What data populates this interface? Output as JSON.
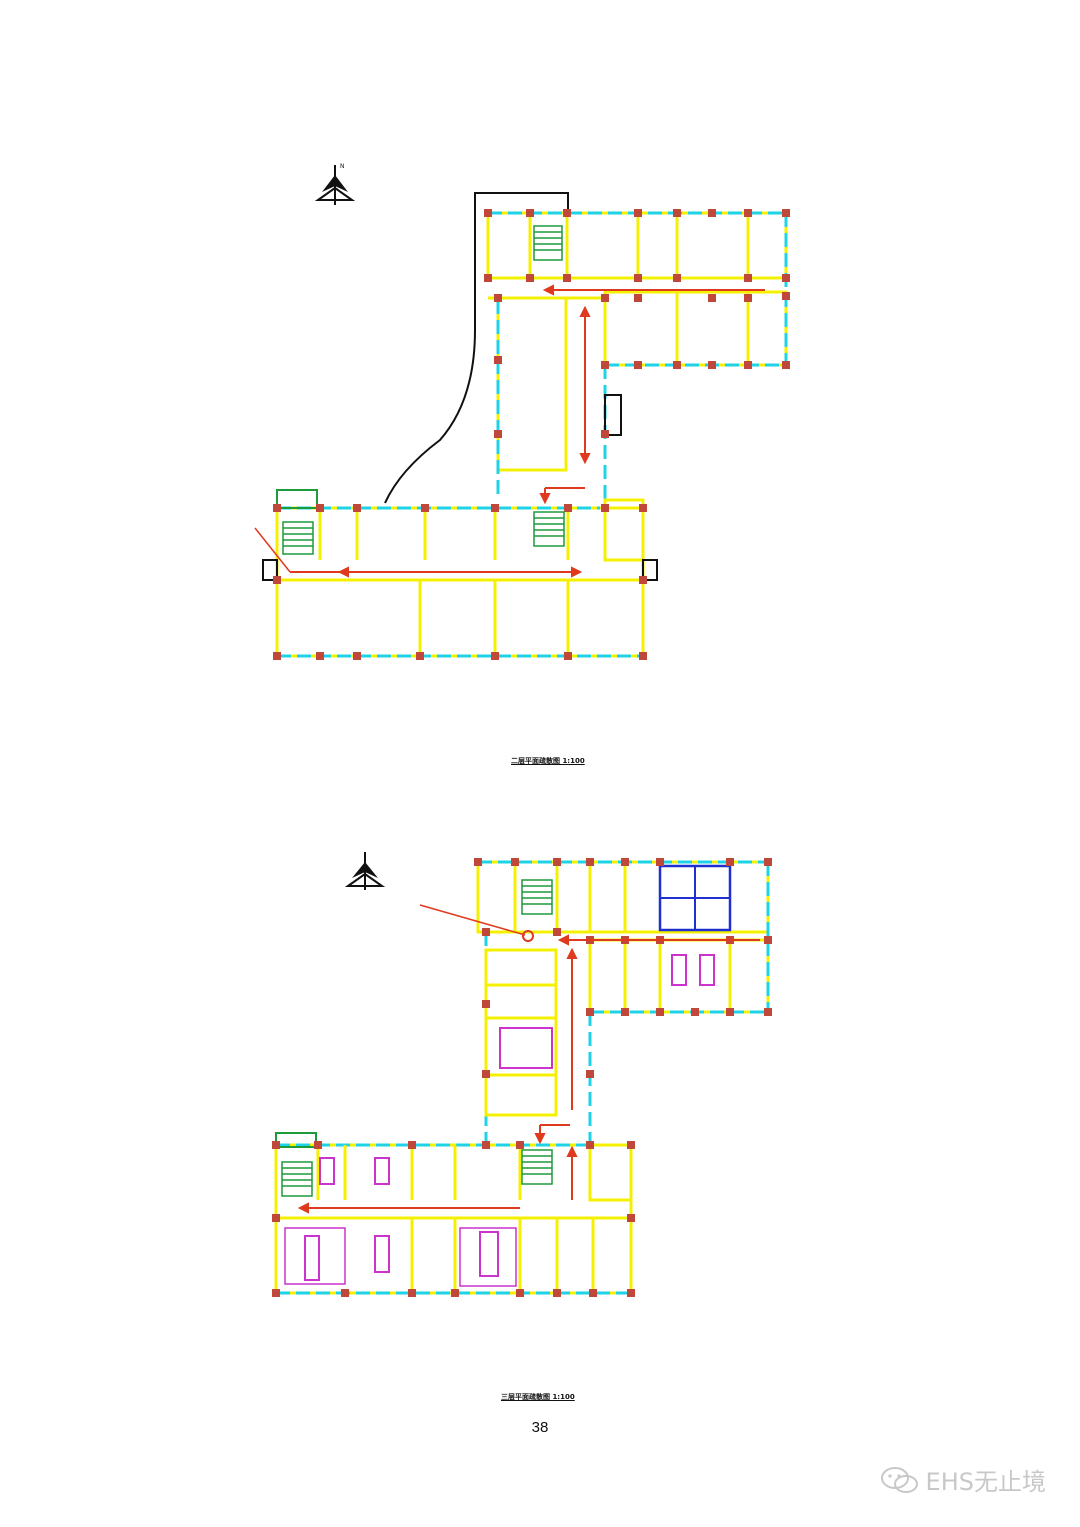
{
  "page": {
    "number": "38",
    "watermark": "EHS无止境"
  },
  "plans": [
    {
      "caption": "二层平面疏散图",
      "caption_suffix": "1:100"
    },
    {
      "caption": "三层平面疏散图",
      "caption_suffix": "1:100"
    }
  ],
  "colors": {
    "wall": "#f5f000",
    "window": "#1fd3e6",
    "column": "#c0483a",
    "arrow": "#e03a1e",
    "stair": "#1d9a3a",
    "boundary": "#111111",
    "equipment": "#cc33cc",
    "fixture": "#2030d0"
  }
}
